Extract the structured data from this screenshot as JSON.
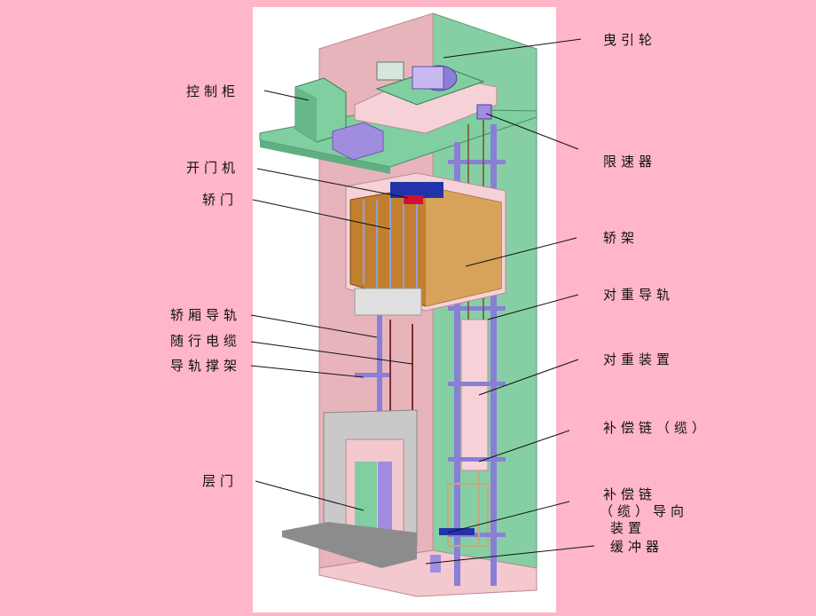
{
  "labels": {
    "traction_machine": "曳引轮",
    "control_cabinet": "控制柜",
    "speed_governor": "限速器",
    "door_operator": "开门机",
    "car_door": "轿门",
    "car_frame": "轿架",
    "counterweight_guide_rail": "对重导轨",
    "car_guide_rail": "轿厢导轨",
    "traveling_cable": "随行电缆",
    "rail_bracket": "导轨撑架",
    "counterweight": "对重装置",
    "compensation_chain": "补偿链（缆）",
    "landing_door": "层门",
    "compensation_guide_line1": "补偿链",
    "compensation_guide_line2": "（缆）导向",
    "compensation_guide_line3": "装置",
    "buffer": "缓冲器"
  },
  "colors": {
    "background": "#FFB6C8",
    "shaft_back": "#FFFFFF",
    "shaft_wall": "#E9B7BD",
    "machine_floor": "#7FCFA0",
    "car_body": "#C2802E",
    "rail": "#8A7FD6",
    "landing_wall": "#C9C9C9"
  }
}
